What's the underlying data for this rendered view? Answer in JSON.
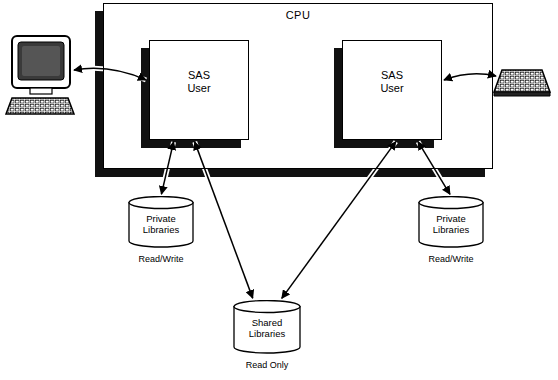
{
  "diagram": {
    "nodes": [
      {
        "text": [
          "CPU"
        ]
      },
      {
        "text": [
          "SAS User"
        ],
        "in": 0
      },
      {
        "text": [
          "SAS User"
        ],
        "in": 0
      },
      {
        "text": [
          "Private Libraries",
          "Read/Write"
        ]
      },
      {
        "text": [
          "Private Libraries",
          "Read/Write"
        ]
      },
      {
        "text": [
          "Shared Libraries",
          "Read Only"
        ]
      }
    ],
    "edges": [
      {
        "from": 1,
        "to": 3,
        "arrow": "both"
      },
      {
        "from": 1,
        "to": 5,
        "arrow": "both"
      },
      {
        "from": 2,
        "to": 5,
        "arrow": "both"
      },
      {
        "from": 2,
        "to": 4,
        "arrow": "both"
      }
    ]
  }
}
